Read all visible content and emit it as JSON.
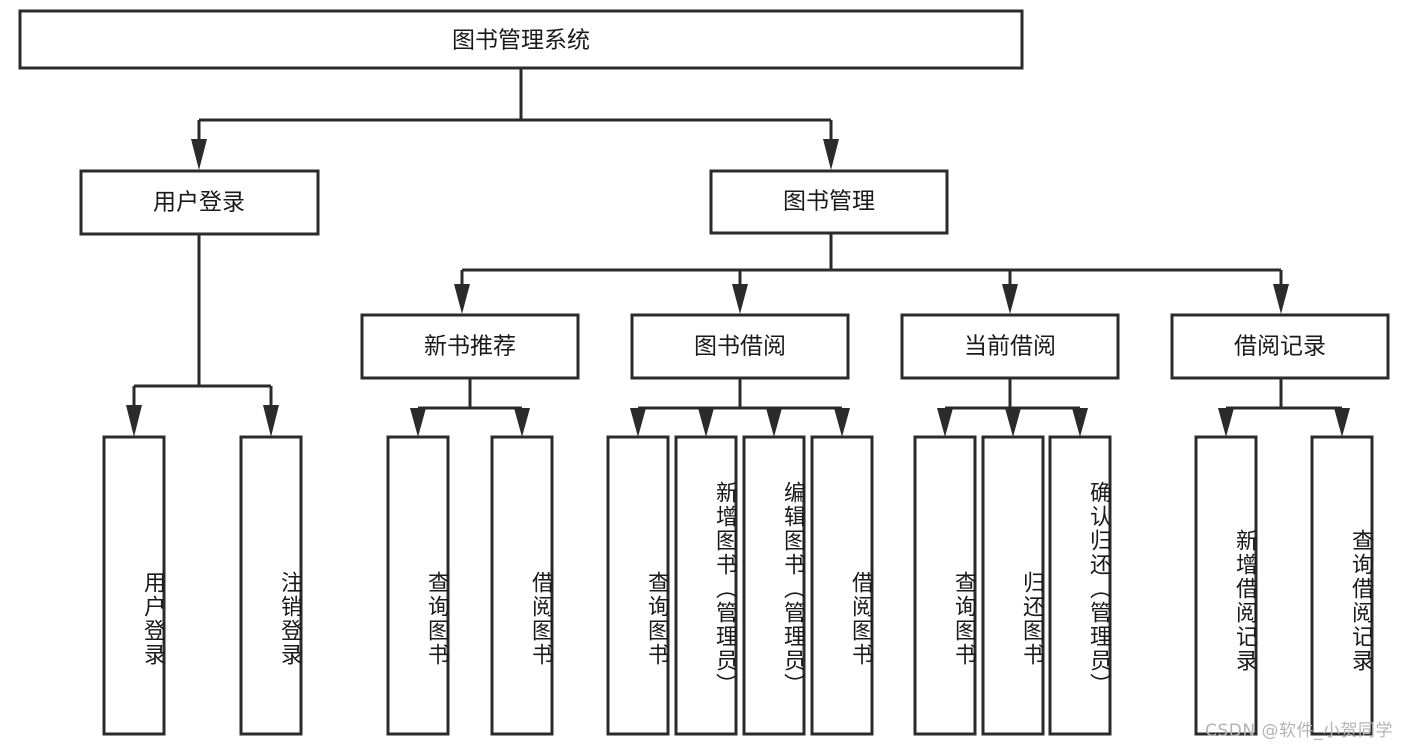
{
  "diagram": {
    "title": "图书管理系统",
    "type": "tree",
    "watermark": "CSDN @软件_小贺同学",
    "colors": {
      "stroke": "#2b2b2b",
      "fill": "#ffffff",
      "text": "#1a1a1a",
      "watermark": "#b4b4b4"
    },
    "root": {
      "id": "root",
      "label": "图书管理系统",
      "orientation": "horizontal"
    },
    "level2": [
      {
        "id": "user-login",
        "label": "用户登录",
        "orientation": "horizontal"
      },
      {
        "id": "book-manage",
        "label": "图书管理",
        "orientation": "horizontal"
      }
    ],
    "level3": [
      {
        "id": "new-book-recommend",
        "label": "新书推荐",
        "parent": "book-manage",
        "orientation": "horizontal"
      },
      {
        "id": "book-borrow",
        "label": "图书借阅",
        "parent": "book-manage",
        "orientation": "horizontal"
      },
      {
        "id": "current-borrow",
        "label": "当前借阅",
        "parent": "book-manage",
        "orientation": "horizontal"
      },
      {
        "id": "borrow-record",
        "label": "借阅记录",
        "parent": "book-manage",
        "orientation": "horizontal"
      }
    ],
    "leaves": [
      {
        "id": "leaf-user-login",
        "label": "用户登录",
        "parent": "user-login",
        "orientation": "vertical"
      },
      {
        "id": "leaf-user-logout",
        "label": "注销登录",
        "parent": "user-login",
        "orientation": "vertical"
      },
      {
        "id": "leaf-query-book-1",
        "label": "查询图书",
        "parent": "new-book-recommend",
        "orientation": "vertical"
      },
      {
        "id": "leaf-borrow-book-1",
        "label": "借阅图书",
        "parent": "new-book-recommend",
        "orientation": "vertical"
      },
      {
        "id": "leaf-query-book-2",
        "label": "查询图书",
        "parent": "book-borrow",
        "orientation": "vertical"
      },
      {
        "id": "leaf-add-book",
        "label": "新增图书（管理员）",
        "parent": "book-borrow",
        "orientation": "vertical"
      },
      {
        "id": "leaf-edit-book",
        "label": "编辑图书（管理员）",
        "parent": "book-borrow",
        "orientation": "vertical"
      },
      {
        "id": "leaf-borrow-book-2",
        "label": "借阅图书",
        "parent": "book-borrow",
        "orientation": "vertical"
      },
      {
        "id": "leaf-query-book-3",
        "label": "查询图书",
        "parent": "current-borrow",
        "orientation": "vertical"
      },
      {
        "id": "leaf-return-book",
        "label": "归还图书",
        "parent": "current-borrow",
        "orientation": "vertical"
      },
      {
        "id": "leaf-confirm-return",
        "label": "确认归还（管理员）",
        "parent": "current-borrow",
        "orientation": "vertical"
      },
      {
        "id": "leaf-add-record",
        "label": "新增借阅记录",
        "parent": "borrow-record",
        "orientation": "vertical"
      },
      {
        "id": "leaf-query-record",
        "label": "查询借阅记录",
        "parent": "borrow-record",
        "orientation": "vertical"
      }
    ]
  }
}
